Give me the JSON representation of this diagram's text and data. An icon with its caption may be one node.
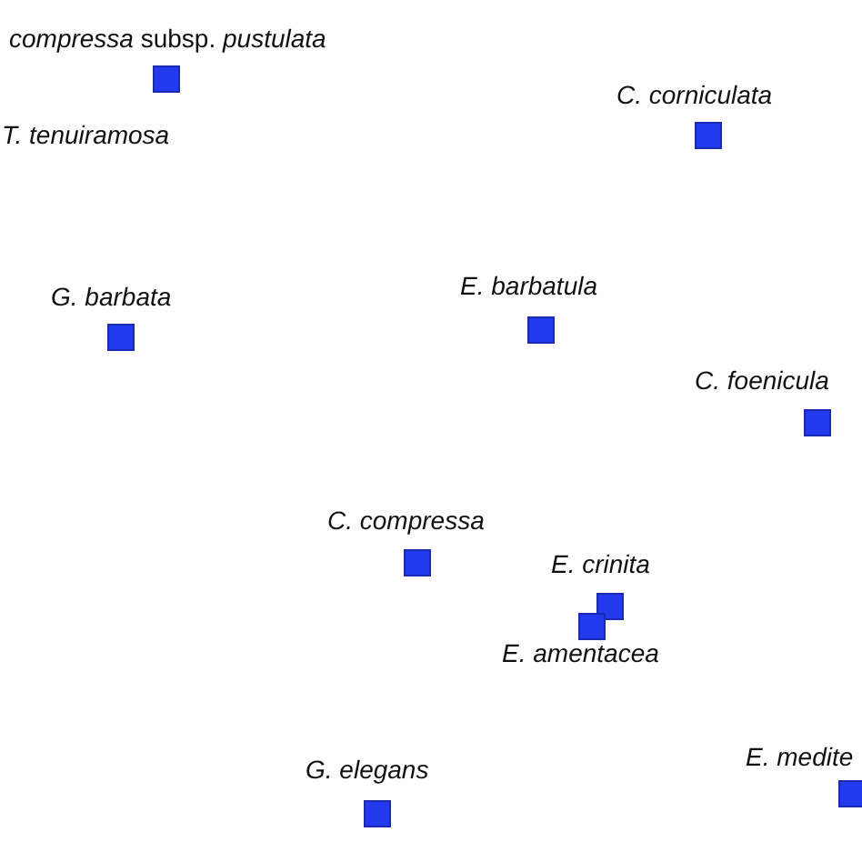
{
  "diagram": {
    "nodes": [
      {
        "text": [],
        "shape": "box",
        "beside": [
          "*compressa* subsp. *pustulata*"
        ]
      },
      {
        "text": [],
        "shape": "box",
        "beside": [
          "C. corniculata"
        ]
      },
      {
        "text": [],
        "shape": "box",
        "beside": [
          "G. barbata"
        ]
      },
      {
        "text": [],
        "shape": "box",
        "beside": [
          "E. barbatula"
        ]
      },
      {
        "text": [],
        "shape": "box",
        "beside": [
          "C. foenicula"
        ]
      },
      {
        "text": [],
        "shape": "box",
        "beside": [
          "C. compressa"
        ]
      },
      {
        "text": [],
        "shape": "box",
        "beside": [
          "E. crinita"
        ]
      },
      {
        "text": [],
        "shape": "box",
        "beside": [
          "E. amentacea"
        ]
      },
      {
        "text": [],
        "shape": "box",
        "beside": [
          "G. elegans"
        ]
      },
      {
        "text": [],
        "shape": "box",
        "beside": [
          "E. medite"
        ]
      }
    ],
    "labels": [
      "T. tenuiramosa"
    ]
  }
}
